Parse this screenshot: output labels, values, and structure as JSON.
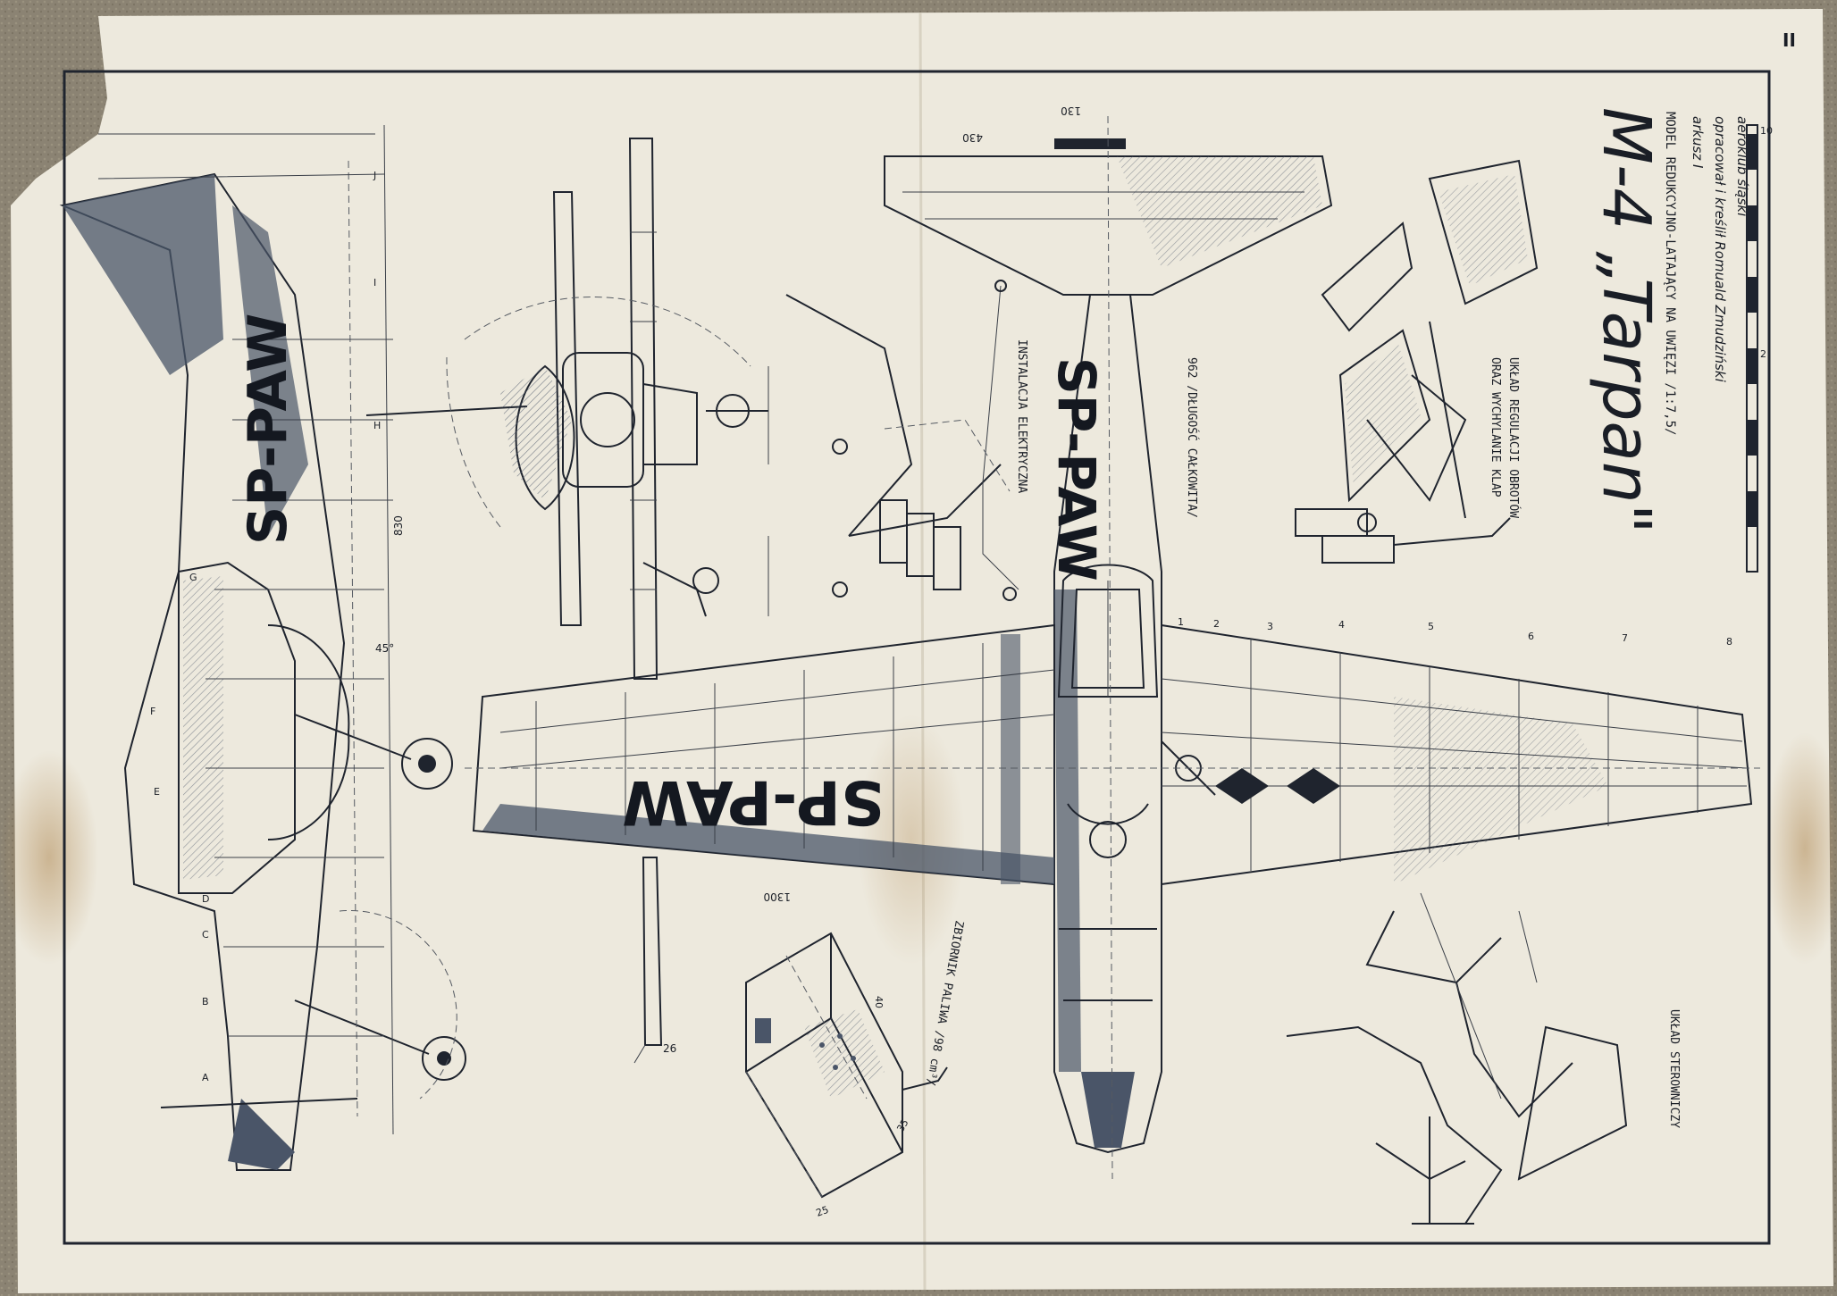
{
  "page": {
    "number": "II"
  },
  "title": {
    "main": "M-4 „Tarpan\"",
    "subtitle": "MODEL REDUKCYJNO-LATAJĄCY NA UWIĘZI /1:7,5/",
    "sheet": "arkusz I",
    "author": "opracował i kreślił Romuald Zmudziński",
    "club": "aeroklub śląski"
  },
  "registration": "SP-PAW",
  "labels": {
    "electrical": "INSTALACJA ELEKTRYCZNA",
    "fuel_tank": "ZBIORNIK PALIWA /98 cm³/",
    "rpm_flaps_line1": "UKŁAD REGULACJI OBROTÓW",
    "rpm_flaps_line2": "ORAZ WYCHYLANIE KLAP",
    "control_system": "UKŁAD STEROWNICZY",
    "line_length": "962 /DŁUGOŚĆ CAŁKOWITA/"
  },
  "dimensions": {
    "d430": "430",
    "d130": "130",
    "d45": "45°",
    "d26": "26",
    "d40": "40",
    "d35": "35",
    "d25": "25",
    "d830": "830",
    "d1300": "1300",
    "d10": "10",
    "d2": "2"
  },
  "stations_side": [
    "A",
    "B",
    "C",
    "D",
    "E",
    "F",
    "G",
    "H",
    "I",
    "J"
  ],
  "stations_wing": [
    "1",
    "2",
    "3",
    "4",
    "5",
    "6",
    "7",
    "8"
  ],
  "colors": {
    "paper": "#ede9dd",
    "ink": "#1f242e",
    "shade": "#4a5568",
    "carpet": "#8b8373",
    "stain": "#b08a55"
  },
  "icons": [
    "aircraft-side-view-icon",
    "aircraft-front-view-icon",
    "aircraft-top-view-icon",
    "scale-bar-icon"
  ]
}
